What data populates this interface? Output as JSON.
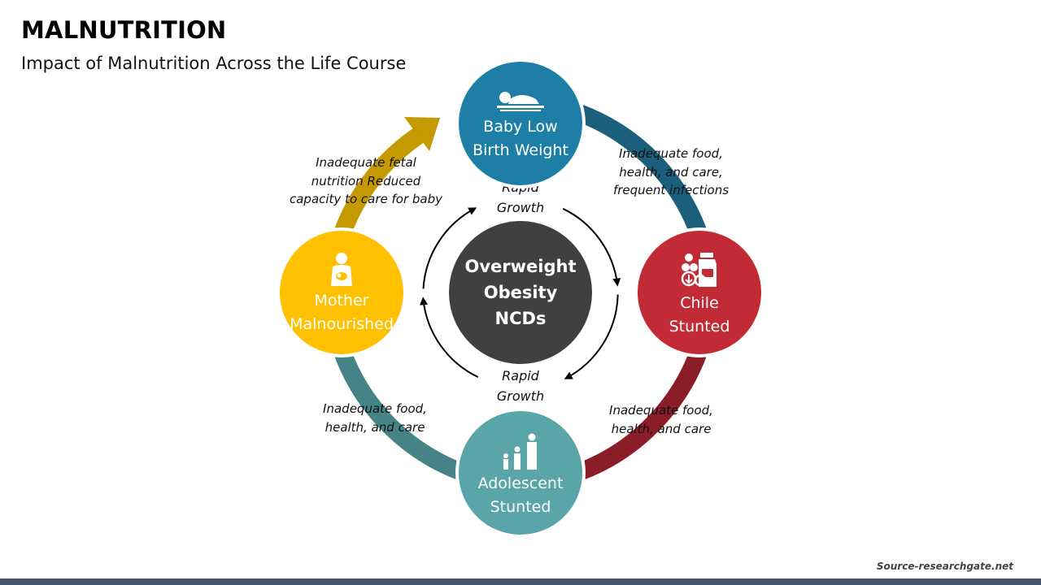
{
  "slide": {
    "title": "MALNUTRITION",
    "subtitle": "Impact of Malnutrition Across the Life Course",
    "source": "Source-researchgate.net"
  },
  "center": {
    "line1": "Overweight",
    "line2": "Obesity",
    "line3": "NCDs",
    "color": "#404040"
  },
  "rapid_growth": {
    "top": {
      "line1": "Rapid",
      "line2": "Growth"
    },
    "bottom": {
      "line1": "Rapid",
      "line2": "Growth"
    }
  },
  "stages": {
    "baby": {
      "line1": "Baby Low",
      "line2": "Birth Weight",
      "icon": "sleeping-baby-icon",
      "color": "#1e7fa6"
    },
    "child": {
      "line1": "Chile",
      "line2": "Stunted",
      "icon": "food-nutrients-icon",
      "color": "#c22a35"
    },
    "adolescent": {
      "line1": "Adolescent",
      "line2": "Stunted",
      "icon": "family-people-icon",
      "color": "#5aa5a7"
    },
    "mother": {
      "line1": "Mother",
      "line2": "Malnourished",
      "icon": "pregnant-mother-icon",
      "color": "#ffc000"
    }
  },
  "transitions": {
    "baby_to_child": {
      "line1": "Inadequate food,",
      "line2": "health, and care,",
      "line3": "frequent infections",
      "color": "#1c5f7c"
    },
    "child_to_adolescent": {
      "line1": "Inadequate food,",
      "line2": "health, and care",
      "color": "#8b1d28"
    },
    "adolescent_to_mother": {
      "line1": "Inadequate food,",
      "line2": "health, and care",
      "color": "#458386"
    },
    "mother_to_baby": {
      "line1": "Inadequate fetal",
      "line2": "nutrition Reduced",
      "line3": "capacity to care for baby",
      "color": "#c49a00"
    }
  }
}
